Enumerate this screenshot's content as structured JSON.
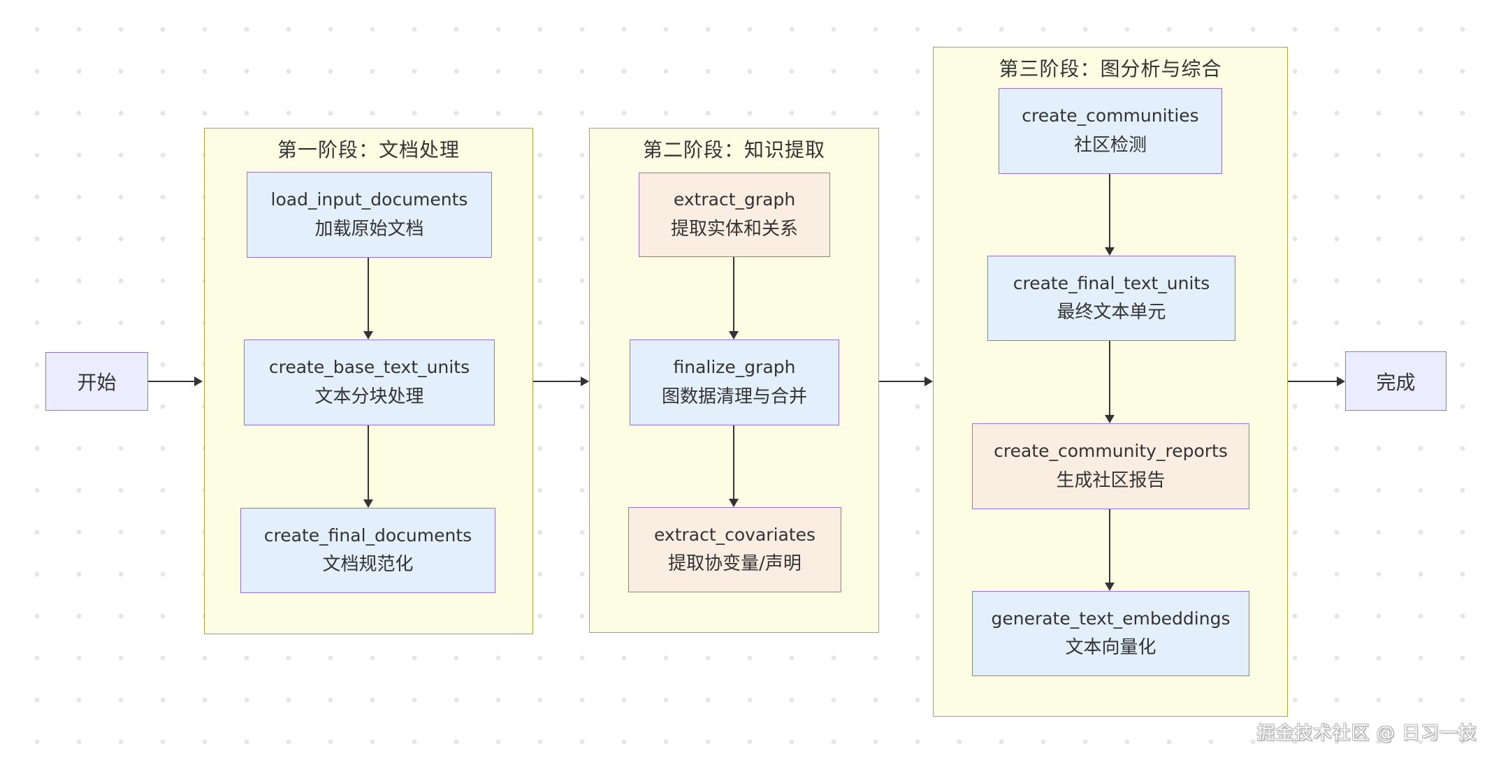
{
  "diagram": {
    "start_label": "开始",
    "end_label": "完成",
    "stages": [
      {
        "title": "第一阶段：文档处理",
        "nodes": [
          {
            "name": "load_input_documents",
            "desc": "加载原始文档",
            "color": "blue"
          },
          {
            "name": "create_base_text_units",
            "desc": "文本分块处理",
            "color": "blue"
          },
          {
            "name": "create_final_documents",
            "desc": "文档规范化",
            "color": "blue"
          }
        ]
      },
      {
        "title": "第二阶段：知识提取",
        "nodes": [
          {
            "name": "extract_graph",
            "desc": "提取实体和关系",
            "color": "peach"
          },
          {
            "name": "finalize_graph",
            "desc": "图数据清理与合并",
            "color": "blue"
          },
          {
            "name": "extract_covariates",
            "desc": "提取协变量/声明",
            "color": "peach"
          }
        ]
      },
      {
        "title": "第三阶段：图分析与综合",
        "nodes": [
          {
            "name": "create_communities",
            "desc": "社区检测",
            "color": "blue"
          },
          {
            "name": "create_final_text_units",
            "desc": "最终文本单元",
            "color": "blue"
          },
          {
            "name": "create_community_reports",
            "desc": "生成社区报告",
            "color": "peach"
          },
          {
            "name": "generate_text_embeddings",
            "desc": "文本向量化",
            "color": "blue"
          }
        ]
      }
    ]
  },
  "watermark": "掘金技术社区 @ 日习一技",
  "colors": {
    "stage_fill": "#FDFDE3",
    "stage_border": "#AAAA33",
    "node_blue_fill": "#E3EFFB",
    "node_peach_fill": "#FAEDE1",
    "terminal_fill": "#ECECFF",
    "node_border": "#9370DB",
    "arrow": "#333333",
    "text": "#333333",
    "background_dot": "#E8E6E3"
  }
}
